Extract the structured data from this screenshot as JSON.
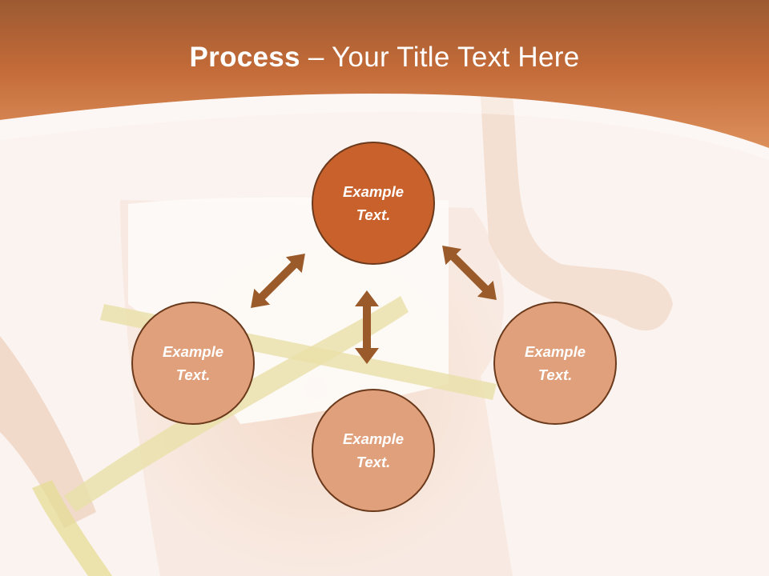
{
  "slide": {
    "title_bold": "Process",
    "title_separator": " – ",
    "title_rest": "Your Title Text Here"
  },
  "diagram": {
    "nodes": [
      {
        "id": "top",
        "label": "Example\nText."
      },
      {
        "id": "left",
        "label": "Example\nText."
      },
      {
        "id": "right",
        "label": "Example\nText."
      },
      {
        "id": "bottom",
        "label": "Example\nText."
      }
    ],
    "edges": [
      {
        "from": "top",
        "to": "left",
        "style": "double-arrow"
      },
      {
        "from": "top",
        "to": "right",
        "style": "double-arrow"
      },
      {
        "from": "top",
        "to": "bottom",
        "style": "double-arrow"
      }
    ]
  },
  "colors": {
    "header": "#c2652e",
    "node_primary": "#c9612c",
    "node_secondary": "#e1a07c",
    "node_border": "#6b3a1c",
    "arrow": "#9a5a2a",
    "background": "#fbf3ef"
  }
}
